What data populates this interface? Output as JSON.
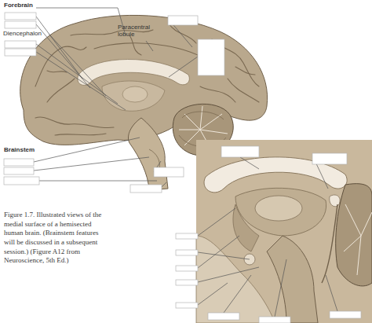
{
  "diagram": {
    "caption": "Figure 1.7. Illustrated views of the medial surface of a hemisected human brain. (Brainstem features will be discussed in a subsequent session.) (Figure A12 from Neuroscience, 5th Ed.)",
    "labels": [
      "Forebrain",
      "Diencephalon",
      "Paracentral lobule",
      "Brainstem"
    ]
  }
}
